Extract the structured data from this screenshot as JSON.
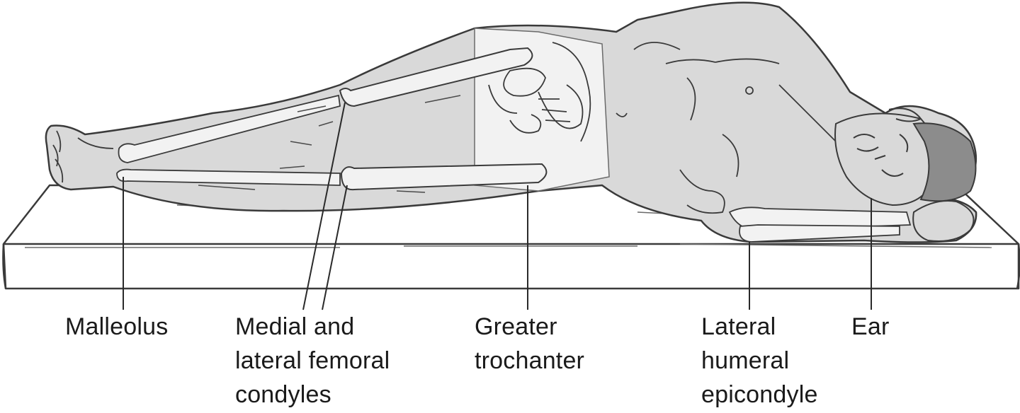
{
  "labels": {
    "malleolus": [
      "Malleolus"
    ],
    "condyles": [
      "Medial and",
      "lateral femoral",
      "condyles"
    ],
    "trochanter": [
      "Greater",
      "trochanter"
    ],
    "epicondyle": [
      "Lateral",
      "humeral",
      "epicondyle"
    ],
    "ear": [
      "Ear"
    ]
  },
  "colors": {
    "skin": "#d9d9d9",
    "bone": "#f2f2f2",
    "hair": "#8c8c8c",
    "outline": "#3a3a3a",
    "mattress": "#ffffff"
  }
}
